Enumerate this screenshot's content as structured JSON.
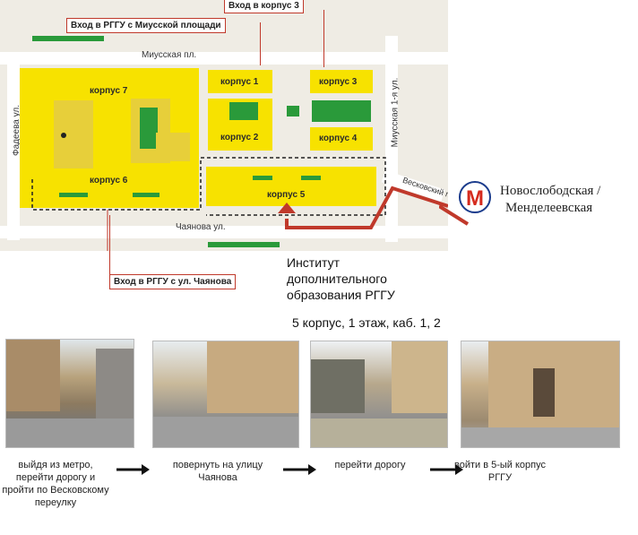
{
  "map": {
    "callouts": {
      "entrance_miusskaya": "Вход в РГГУ с Миусской площади",
      "entrance_korpus3": "Вход в корпус 3",
      "entrance_chayanova": "Вход в РГГУ с ул. Чаянова"
    },
    "streets": {
      "miusskaya_pl": "Миусская пл.",
      "fadeeva": "Фадеева ул.",
      "miusskaya_1": "Миусская 1-я ул.",
      "veskovsky": "Весковский пер.",
      "chayanova": "Чаянова ул."
    },
    "buildings": {
      "k1": "корпус 1",
      "k2": "корпус 2",
      "k3": "корпус 3",
      "k4": "корпус 4",
      "k5": "корпус 5",
      "k6": "корпус 6",
      "k7": "корпус 7"
    },
    "metro": {
      "symbol": "М",
      "line1": "Новослободская /",
      "line2": "Менделеевская"
    },
    "institute": {
      "line1": "Институт",
      "line2": "дополнительного",
      "line3": "образования РГГУ",
      "location": "5 корпус, 1 этаж, каб. 1, 2"
    }
  },
  "steps": [
    {
      "caption": "выйдя из метро, перейти дорогу и пройти по Весковскому переулку"
    },
    {
      "caption": "повернуть на улицу Чаянова"
    },
    {
      "caption": "перейти дорогу"
    },
    {
      "caption": "войти в 5-ый корпус РГГУ"
    }
  ],
  "colors": {
    "building": "#f7e200",
    "green": "#2a9a3a",
    "route": "#c0392b",
    "metro": "#d52b1e"
  }
}
